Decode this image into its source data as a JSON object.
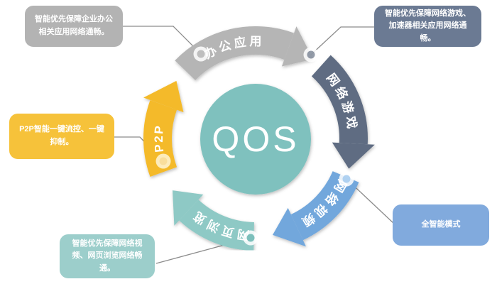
{
  "diagram": {
    "center_label": "QOS",
    "center_color": "#7fc1be",
    "segments": [
      {
        "id": "office",
        "label": "办公应用",
        "color": "#b5b5b5"
      },
      {
        "id": "games",
        "label": "网络游戏",
        "color": "#5e6c82"
      },
      {
        "id": "video",
        "label": "网络视频",
        "color": "#72a7dc"
      },
      {
        "id": "browsing",
        "label": "网页浏览",
        "color": "#8ec9c5"
      },
      {
        "id": "p2p",
        "label": "P2P",
        "color": "#f4ba2b"
      }
    ],
    "callouts": {
      "office": {
        "text": "智能优先保障企业办公相关应用网络通畅。",
        "color": "#b3b3b3"
      },
      "games": {
        "text": "智能优先保障网络游戏、加速器相关应用网络通畅。",
        "color": "#6b7a93"
      },
      "p2p": {
        "text": "P2P智能一键流控、一键抑制。",
        "color": "#f6c23a"
      },
      "video_web": {
        "text": "智能优先保障网络视频、网页浏览网络畅通。",
        "color": "#9ccecb"
      },
      "smart": {
        "text": "全智能模式",
        "color": "#81aadd"
      }
    }
  }
}
